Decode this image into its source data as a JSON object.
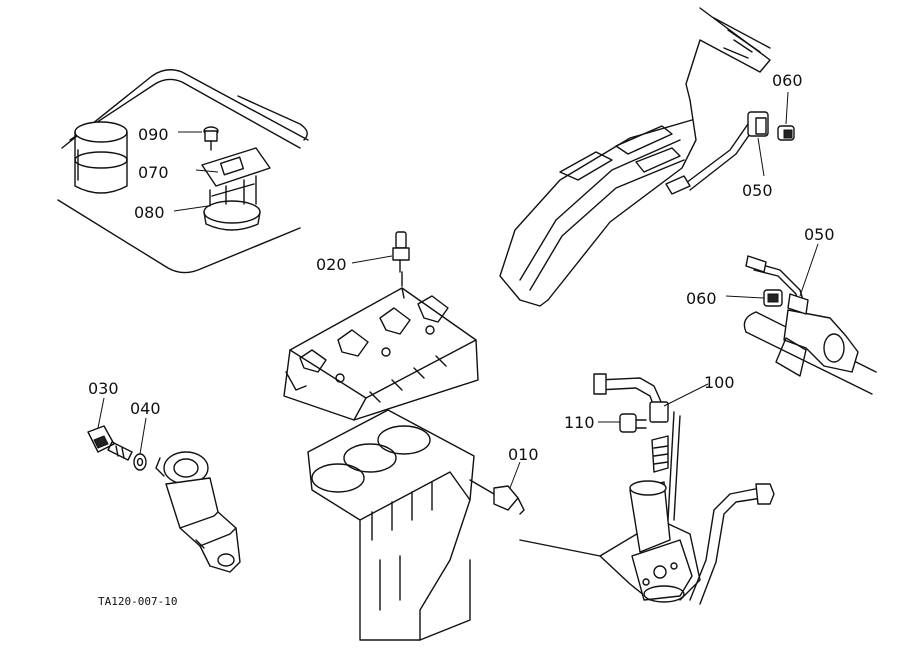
{
  "figure": {
    "id_label": "TA120-007-10"
  },
  "callouts": {
    "c010": "010",
    "c020": "020",
    "c030": "030",
    "c040": "040",
    "c050_a": "050",
    "c050_b": "050",
    "c060_a": "060",
    "c060_b": "060",
    "c070": "070",
    "c080": "080",
    "c090": "090",
    "c100": "100",
    "c110": "110"
  },
  "colors": {
    "line": "#111111",
    "background": "#ffffff"
  }
}
